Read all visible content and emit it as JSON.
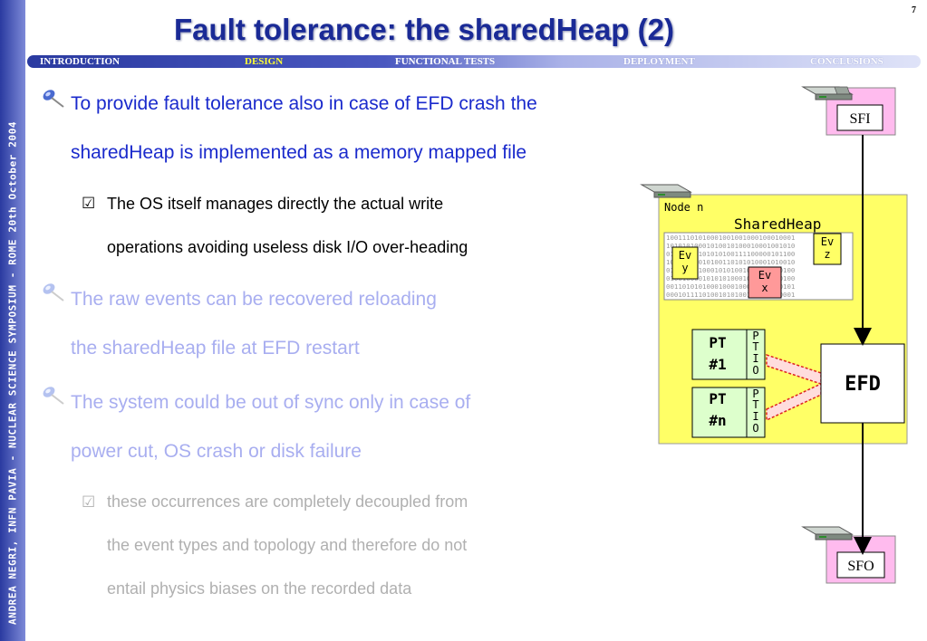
{
  "page_number": "7",
  "sidebar_text": "ANDREA NEGRI, INFN PAVIA - NUCLEAR SCIENCE SYMPOSIUM - ROME 20th October 2004",
  "title": "Fault tolerance: the sharedHeap (2)",
  "nav": {
    "items": [
      "INTRODUCTION",
      "DESIGN",
      "FUNCTIONAL TESTS",
      "DEPLOYMENT",
      "CONCLUSIONS"
    ],
    "active": "DESIGN"
  },
  "bullets": {
    "b1_line1": "To provide fault tolerance also in case of EFD crash the",
    "b1_line2": "sharedHeap is implemented as a memory mapped file",
    "b1_sub_line1": "The OS itself manages directly the actual write",
    "b1_sub_line2": "operations avoiding useless disk I/O over-heading",
    "b2_line1": "The raw events can be recovered reloading",
    "b2_line2": "the sharedHeap file at EFD restart",
    "b3_line1": "The system could be out of sync only in case of",
    "b3_line2": "power cut, OS crash or disk failure",
    "b3_sub_line1": "these occurrences are completely decoupled from",
    "b3_sub_line2": "the event types and topology and therefore do not",
    "b3_sub_line3": "entail physics biases on the recorded data"
  },
  "check_glyph": "☑",
  "diagram": {
    "sfi_label": "SFI",
    "sfo_label": "SFO",
    "node_label": "Node n",
    "sharedheap_label": "SharedHeap",
    "binary_rows": [
      "10011101010001001001000100010001",
      "10101010001010010100010001001010",
      "01011010101010100111100000101100",
      "10101001010100110101010001010010",
      "01010000100010101001010100010100",
      "01001000010101010001001010010100",
      "00110101010001000100010101010101",
      "00010111101001010100100001010001"
    ],
    "ev_y": [
      "Ev",
      "y"
    ],
    "ev_z": [
      "Ev",
      "z"
    ],
    "ev_x": [
      "Ev",
      "x"
    ],
    "pt1": [
      "PT",
      "#1"
    ],
    "ptn": [
      "PT",
      "#n"
    ],
    "ptio": [
      "P",
      "T",
      "I",
      "O"
    ],
    "efd_label": "EFD",
    "colors": {
      "node_fill": "#ffff66",
      "sfi_fill": "#ffbbee",
      "pt_fill": "#ddffcc",
      "ev_z_fill": "#ffff66",
      "ev_x_fill": "#ff9999",
      "arrow_red": "#dd2222"
    }
  }
}
